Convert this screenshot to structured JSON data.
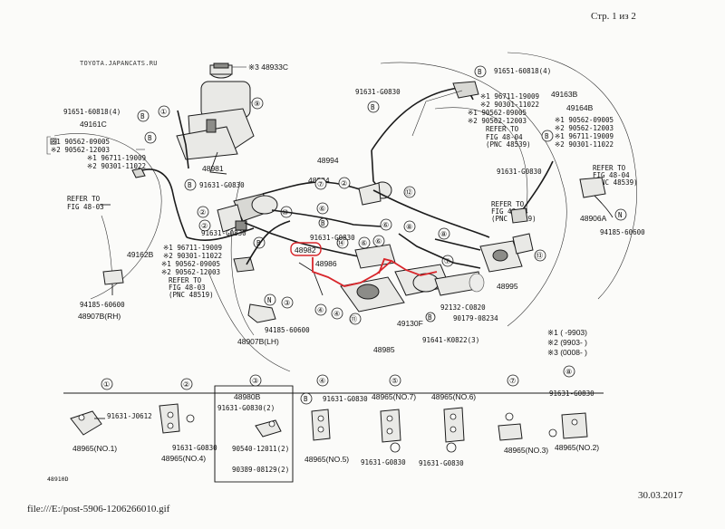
{
  "header": {
    "page_label": "Стр. 1 из 2"
  },
  "footer": {
    "file_path": "file:///E:/post-5906-1206266010.gif",
    "date": "30.03.2017"
  },
  "source_site": "TOYOTA.JAPANCATS.RU",
  "highlight": {
    "part": "48982",
    "color": "#d8262b"
  },
  "legend": {
    "l1": "※1 (     -9903)",
    "l2": "※2 (9903-     )",
    "l3": "※3 (0008-     )"
  },
  "refs": {
    "b1": "B",
    "b2": "B",
    "b3": "B",
    "b4": "B",
    "b5": "B",
    "b6": "B",
    "b7": "B",
    "b8": "B",
    "n1": "N",
    "n2": "N",
    "p1": "①",
    "p1b": "①",
    "p2a": "②",
    "p2b": "②",
    "p2c": "②",
    "p3": "③",
    "p3b": "③",
    "p4a": "④",
    "p4b": "④",
    "p5": "⑤",
    "p6a": "⑥",
    "p6b": "⑥",
    "p6c": "⑥",
    "p7a": "⑦",
    "p7b": "⑦",
    "p7c": "⑦",
    "p8a": "⑧",
    "p8b": "⑧",
    "p9": "⑨",
    "p10": "⑩",
    "p11": "⑪",
    "p12": "⑫",
    "p13": "⑬",
    "p14": "⑭",
    "bc1": "①",
    "bc2": "②",
    "bc3": "③",
    "bc4": "④",
    "bc5": "⑤",
    "bc6": "⑦",
    "bc7": "⑧"
  },
  "labels": {
    "l48933c": "※3 48933C",
    "l91651_top": "91651-60818(4)",
    "l91651_left": "91651-60818(4)",
    "l49161c": "49161C",
    "lx1_90562": "※1 90562-09005",
    "lx2_90562": "※2 90562-12003",
    "lx1_96711": "※1 96711-19009",
    "lx2_90301": "※2 90301-11022",
    "l48981": "48981",
    "l91631_a": "91631-G0830",
    "l91631_b": "91631-G0830",
    "l91631_c": "91631-G0830",
    "l91631_d": "91631-G0830",
    "l48994": "48994",
    "l48984": "48984",
    "l49162b": "49162B",
    "lm1_96711": "※1 96711-19009",
    "lm2_90301": "※2 90301-11022",
    "lm1_90562": "※1 90562-09005",
    "lm2_90562": "※2 90562-12003",
    "lref_l1": "REFER TO",
    "lref_l2": "FIG 48-03",
    "lref_m1": "REFER TO",
    "lref_m2": "FIG 48-03",
    "lref_m3": "(PNC 48519)",
    "l94185_l": "94185-60600",
    "l48907b_rh": "48907B(RH)",
    "l48907b_lh": "48907B(LH)",
    "l94185_m": "94185-60600",
    "l48982": "48982",
    "l48986": "48986",
    "l49163b": "49163B",
    "lr1_96711": "※1 96711-19009",
    "lr2_90301": "※2 90301-11022",
    "lr1_90562": "※1 90562-09005",
    "lr2_90562": "※2 90562-12003",
    "lref_t1": "REFER TO",
    "lref_t2": "FIG 48-04",
    "lref_t3": "(PNC 48539)",
    "l49164b": "49164B",
    "lq1_90562": "※1 90562-09005",
    "lq2_90562": "※2 90562-12003",
    "lq1_96711": "※1 96711-19009",
    "lq2_90301": "※2 90301-11022",
    "lref_r1": "REFER TO",
    "lref_r2": "FIG 48-04",
    "lref_r3": "(PNC 48539)",
    "lref_q1": "REFER TO",
    "lref_q2": "FIG 48-04",
    "lref_q3": "(PNC 48539)",
    "l48906a": "48906A",
    "l94185_r": "94185-60600",
    "l48995": "48995",
    "l92132": "92132-C0820",
    "l90179": "90179-08234",
    "l49130f": "49130F",
    "l91641": "91641-K0822(3)",
    "l48985": "48985"
  },
  "bottom": {
    "b1_bolt": "91631-J0612",
    "b1_part": "48965(NO.1)",
    "b2_bolt": "91631-G0830",
    "b2_part": "48965(NO.4)",
    "b3_title": "48980B",
    "b3_bolt": "91631-G0830(2)",
    "b3_p1": "90540-12011(2)",
    "b3_p2": "90389-08129(2)",
    "b4_bolt": "91631-G0830",
    "b4_part": "48965(NO.5)",
    "b5_part": "48965(NO.7)",
    "b5_bolt": "91631-G0830",
    "b6_part": "48965(NO.6)",
    "b6_bolt": "91631-G0830",
    "b7_part": "48965(NO.3)",
    "b8_bolt": "91631-G0830",
    "b8_part": "48965(NO.2)",
    "cut": "48910D"
  }
}
